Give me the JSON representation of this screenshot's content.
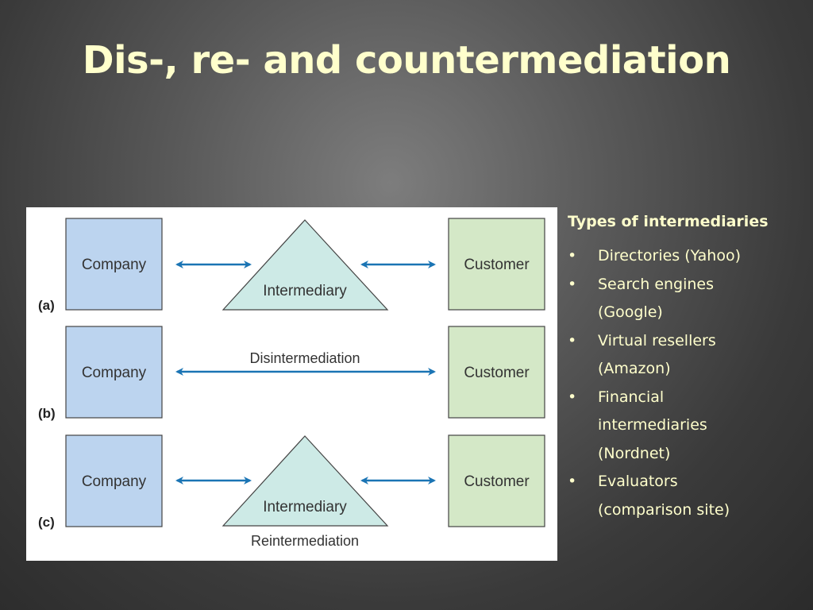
{
  "slide": {
    "title": "Dis-, re- and countermediation"
  },
  "figure": {
    "panels": [
      {
        "label": "(a)",
        "left_box": "Company",
        "right_box": "Customer",
        "middle": "Intermediary",
        "caption": ""
      },
      {
        "label": "(b)",
        "left_box": "Company",
        "right_box": "Customer",
        "middle": "",
        "caption": "Disintermediation"
      },
      {
        "label": "(c)",
        "left_box": "Company",
        "right_box": "Customer",
        "middle": "Intermediary",
        "caption": "Reintermediation"
      }
    ],
    "colors": {
      "company_fill": "#bcd4ef",
      "customer_fill": "#d4e8c7",
      "intermediary_fill": "#cdeae6",
      "arrow": "#1a74b4",
      "border": "#444444"
    }
  },
  "side_panel": {
    "heading": "Types of intermediaries",
    "bullet": "•",
    "items": [
      {
        "line1": "Directories (Yahoo)",
        "line2": ""
      },
      {
        "line1": "Search engines",
        "line2": "(Google)"
      },
      {
        "line1": "Virtual resellers",
        "line2": "(Amazon)"
      },
      {
        "line1": "Financial",
        "line2": "intermediaries",
        "line3": "(Nordnet)"
      },
      {
        "line1": "Evaluators",
        "line2": "(comparison site)"
      }
    ]
  }
}
